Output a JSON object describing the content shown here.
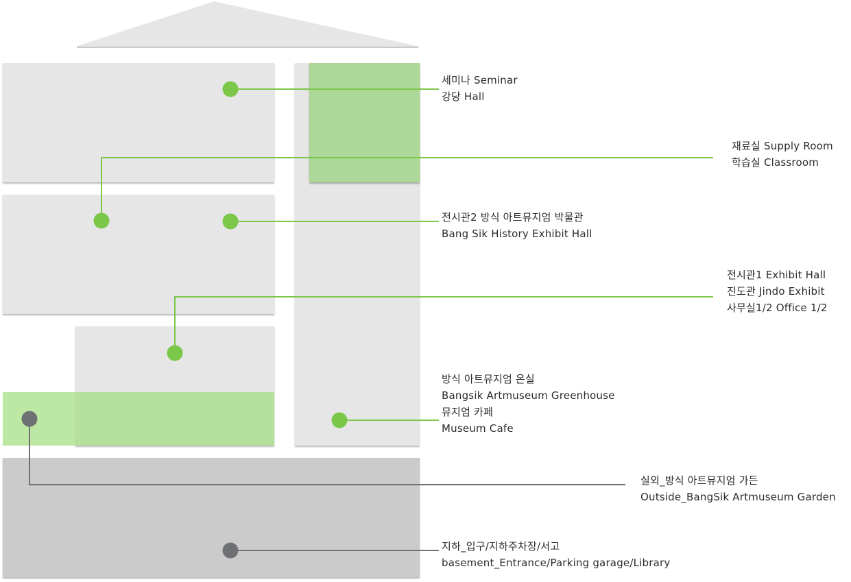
{
  "colors": {
    "accent_green": "#7bc74a",
    "marker_gray": "#6e7074",
    "block_light": "#e6e6e6",
    "block_base": "#cbcbcb",
    "highlight_green": "#aed897"
  },
  "labels": {
    "seminar": [
      "세미나 Seminar",
      "강당 Hall"
    ],
    "supply": [
      "재료실 Supply Room",
      "학습실 Classroom"
    ],
    "history": [
      "전시관2 방식 아트뮤지엄 박물관",
      "Bang Sik History Exhibit Hall"
    ],
    "exhibit": [
      "전시관1 Exhibit Hall",
      "진도관 Jindo Exhibit",
      "사무실1/2 Office 1/2"
    ],
    "greenhouse": [
      "방식 아트뮤지엄 온실",
      "Bangsik Artmuseum Greenhouse",
      "뮤지엄 카페",
      "Museum Cafe"
    ],
    "outside": [
      "실외_방식 아트뮤지엄 가든",
      "Outside_BangSik Artmuseum Garden"
    ],
    "basement": [
      "지하_입구/지하주차장/서고",
      "basement_Entrance/Parking garage/Library"
    ]
  }
}
